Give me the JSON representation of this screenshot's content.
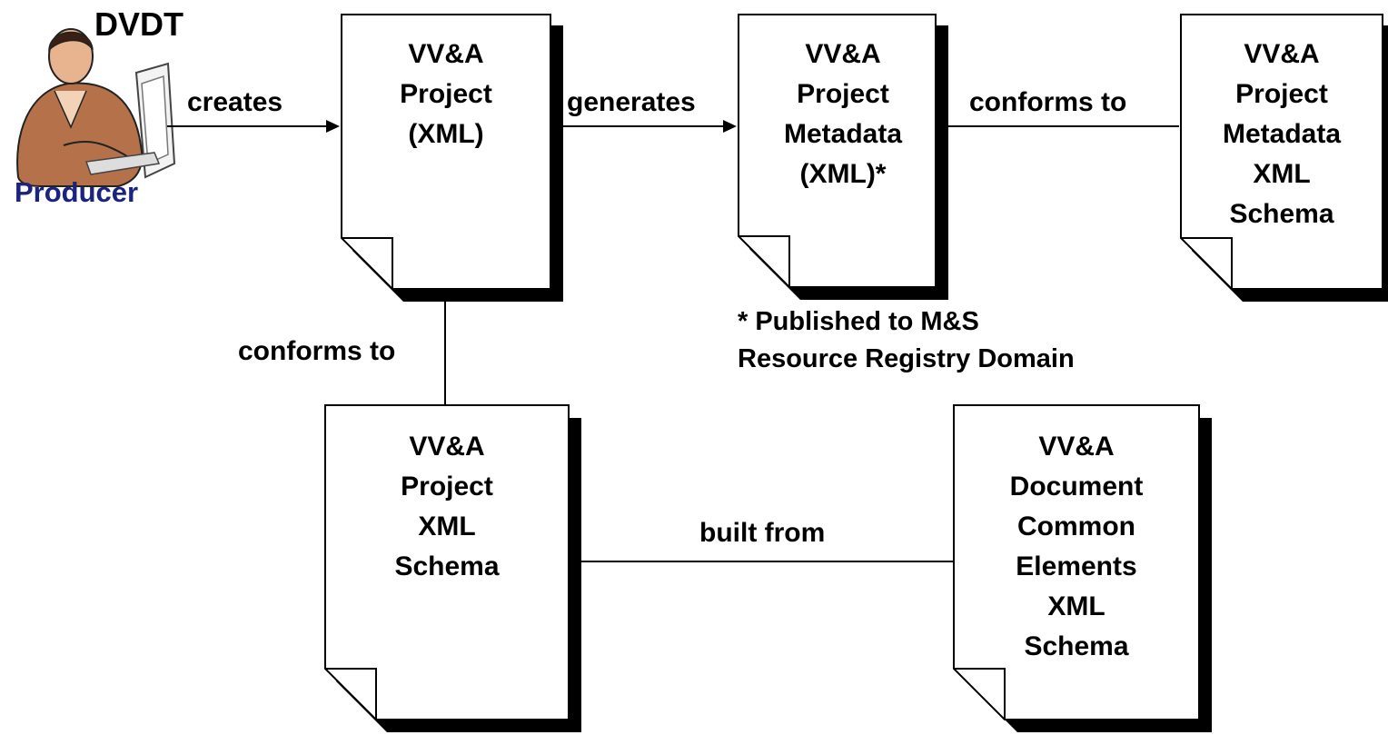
{
  "producer": {
    "tool_name": "DVDT",
    "role_label": "Producer",
    "role_color": "#1a237e",
    "icon": "person-at-computer-icon"
  },
  "documents": {
    "project_xml": {
      "lines": [
        "VV&A",
        "Project",
        "(XML)"
      ]
    },
    "project_metadata_xml": {
      "lines": [
        "VV&A",
        "Project",
        "Metadata",
        "(XML)*"
      ]
    },
    "project_metadata_schema": {
      "lines": [
        "VV&A",
        "Project",
        "Metadata",
        "XML",
        "Schema"
      ]
    },
    "project_schema": {
      "lines": [
        "VV&A",
        "Project",
        "XML",
        "Schema"
      ]
    },
    "common_elements_schema": {
      "lines": [
        "VV&A",
        "Document",
        "Common",
        "Elements",
        "XML",
        "Schema"
      ]
    }
  },
  "edges": {
    "creates": "creates",
    "generates": "generates",
    "conforms_to_metadata": "conforms to",
    "conforms_to_project": "conforms to",
    "built_from": "built from"
  },
  "footnote": {
    "line1": "* Published to M&S",
    "line2": "Resource Registry Domain"
  }
}
